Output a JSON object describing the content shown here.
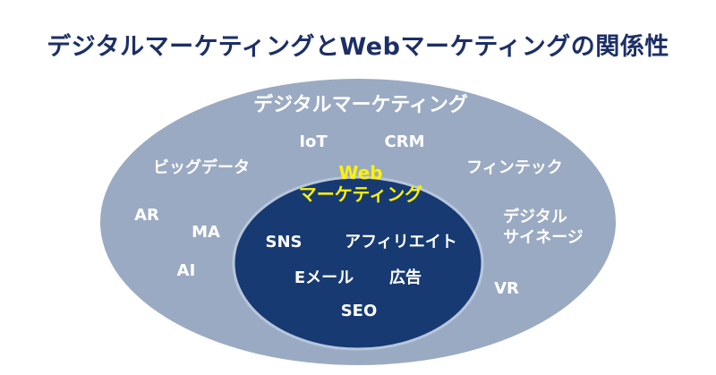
{
  "title": "デジタルマーケティングとWebマーケティングの関係性",
  "colors": {
    "title": "#1c2f66",
    "outer_fill": "#9aaac2",
    "inner_fill": "#173a73",
    "inner_stroke": "#b8c6dc",
    "web_title": "#fff200",
    "label": "#ffffff"
  },
  "outer": {
    "title": "デジタルマーケティング",
    "items": {
      "iot": "IoT",
      "crm": "CRM",
      "big_data": "ビッグデータ",
      "fintech": "フィンテック",
      "ar": "AR",
      "ma": "MA",
      "ai": "AI",
      "signage_line1": "デジタル",
      "signage_line2": "サイネージ",
      "vr": "VR"
    }
  },
  "inner": {
    "title_line1": "Web",
    "title_line2": "マーケティング",
    "items": {
      "sns": "SNS",
      "affiliate": "アフィリエイト",
      "email": "Eメール",
      "ad": "広告",
      "seo": "SEO"
    }
  }
}
